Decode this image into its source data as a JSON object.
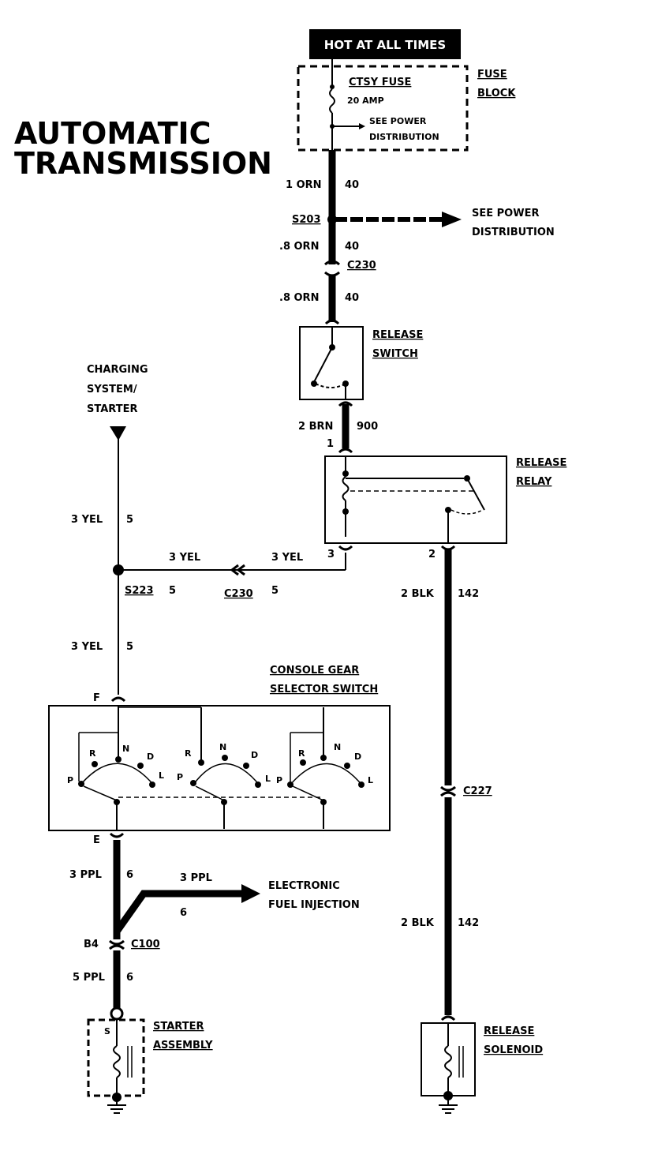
{
  "title": {
    "line1": "AUTOMATIC",
    "line2": "TRANSMISSION"
  },
  "hot_label": "HOT AT ALL TIMES",
  "fuse_block": {
    "name1": "FUSE",
    "name2": "BLOCK",
    "fuse_name": "CTSY FUSE",
    "fuse_rating": "20 AMP",
    "see1": "SEE POWER",
    "see2": "DISTRIBUTION"
  },
  "wires": {
    "w1_gauge": "1 ORN",
    "w1_circuit": "40",
    "splice_s203": "S203",
    "see_power1": "SEE POWER",
    "see_power2": "DISTRIBUTION",
    "w2_gauge": ".8 ORN",
    "w2_circuit": "40",
    "conn_c230_top": "C230",
    "w3_gauge": ".8 ORN",
    "w3_circuit": "40",
    "w4_gauge": "2 BRN",
    "w4_circuit": "900",
    "relay_pin1": "1",
    "relay_pin3": "3",
    "relay_pin2": "2",
    "yel_top_gauge": "3 YEL",
    "yel_top_circuit": "5",
    "yel_h_left": "3 YEL",
    "yel_h_right": "3 YEL",
    "splice_s223": "S223",
    "s223_circuit": "5",
    "conn_c230_mid": "C230",
    "c230_circuit": "5",
    "yel_low_gauge": "3 YEL",
    "yel_low_circuit": "5",
    "blk_top_gauge": "2 BLK",
    "blk_top_circuit": "142",
    "conn_c227": "C227",
    "blk_low_gauge": "2 BLK",
    "blk_low_circuit": "142",
    "switch_pin_f": "F",
    "switch_pin_e": "E",
    "ppl_gauge": "3 PPL",
    "ppl_circuit": "6",
    "ppl_branch_gauge": "3 PPL",
    "ppl_branch_circuit": "6",
    "efi1": "ELECTRONIC",
    "efi2": "FUEL INJECTION",
    "conn_b4": "B4",
    "conn_c100": "C100",
    "ppl5_gauge": "5 PPL",
    "ppl5_circuit": "6"
  },
  "components": {
    "charging1": "CHARGING",
    "charging2": "SYSTEM/",
    "charging3": "STARTER",
    "release_switch1": "RELEASE",
    "release_switch2": "SWITCH",
    "release_relay1": "RELEASE",
    "release_relay2": "RELAY",
    "console1": "CONSOLE GEAR",
    "console2": "SELECTOR SWITCH",
    "gear_p": "P",
    "gear_r": "R",
    "gear_n": "N",
    "gear_d": "D",
    "gear_l": "L",
    "starter1": "STARTER",
    "starter2": "ASSEMBLY",
    "starter_s": "S",
    "solenoid1": "RELEASE",
    "solenoid2": "SOLENOID"
  },
  "colors": {
    "ink": "#000000",
    "paper": "#ffffff"
  }
}
